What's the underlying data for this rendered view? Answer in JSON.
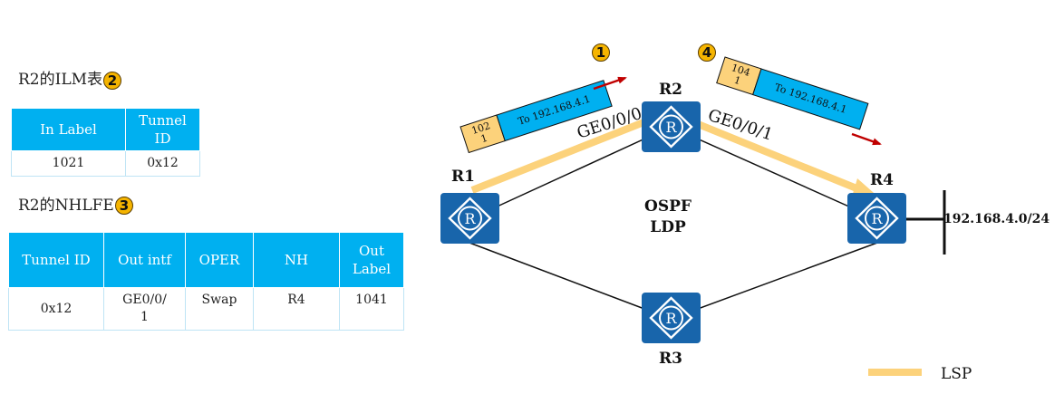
{
  "ilm": {
    "caption": "R2的ILM表",
    "marker": "2",
    "headers": [
      "In Label",
      "Tunnel ID"
    ],
    "row": [
      "1021",
      "0x12"
    ]
  },
  "nhlfe": {
    "caption": "R2的NHLFE",
    "marker": "3",
    "headers": [
      "Tunnel ID",
      "Out intf",
      "OPER",
      "NH",
      "Out Label"
    ],
    "row": [
      "0x12",
      "GE0/0/1",
      "Swap",
      "R4",
      "1041"
    ]
  },
  "routers": {
    "r1": "R1",
    "r2": "R2",
    "r3": "R3",
    "r4": "R4"
  },
  "protocols": {
    "line1": "OSPF",
    "line2": "LDP"
  },
  "interfaces": {
    "r2_in": "GE0/0/0",
    "r2_out": "GE0/0/1"
  },
  "network": "192.168.4.0/24",
  "packet_in": {
    "marker": "1",
    "label": "1021",
    "payload": "To 192.168.4.1"
  },
  "packet_out": {
    "marker": "4",
    "label": "1041",
    "payload": "To 192.168.4.1"
  },
  "legend": {
    "label": "LSP"
  },
  "colors": {
    "router": "#1865ab",
    "table_header": "#00b0f0",
    "lsp": "#fcd27b",
    "label_box": "#fcd27b",
    "payload_box": "#00b0f0",
    "arrow": "#c00000",
    "marker": "#f5b400"
  },
  "icons": {
    "router": "router-icon",
    "marker": "step-marker-icon"
  }
}
